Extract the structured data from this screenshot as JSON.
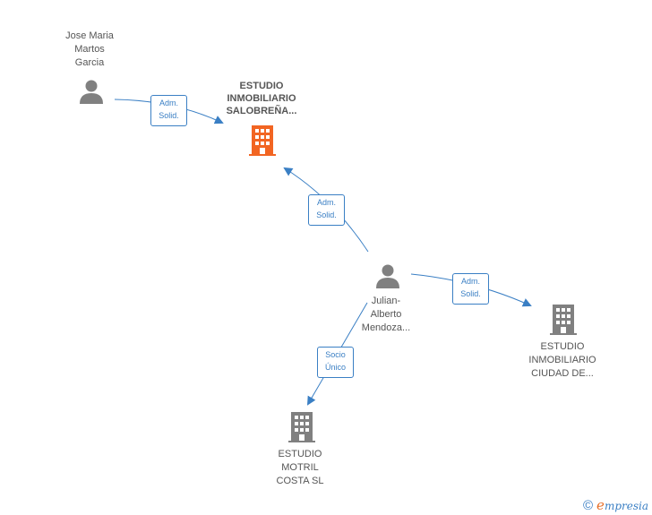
{
  "nodes": {
    "jose": {
      "type": "person",
      "label_lines": [
        "Jose Maria",
        "Martos",
        "Garcia"
      ]
    },
    "julian": {
      "type": "person",
      "label_lines": [
        "Julian-",
        "Alberto",
        "Mendoza..."
      ]
    },
    "salobrena": {
      "type": "company",
      "highlight": true,
      "label_lines": [
        "ESTUDIO",
        "INMOBILIARIO",
        "SALOBREÑA..."
      ]
    },
    "ciudad": {
      "type": "company",
      "label_lines": [
        "ESTUDIO",
        "INMOBILIARIO",
        "CIUDAD DE..."
      ]
    },
    "motril": {
      "type": "company",
      "label_lines": [
        "ESTUDIO",
        "MOTRIL",
        "COSTA  SL"
      ]
    }
  },
  "edges": {
    "jose_salobrena": {
      "label_lines": [
        "Adm.",
        "Solid."
      ]
    },
    "julian_salobrena": {
      "label_lines": [
        "Adm.",
        "Solid."
      ]
    },
    "julian_ciudad": {
      "label_lines": [
        "Adm.",
        "Solid."
      ]
    },
    "julian_motril": {
      "label_lines": [
        "Socio",
        "Único"
      ]
    }
  },
  "colors": {
    "edge": "#3a7fc4",
    "person_icon": "#808080",
    "company_icon": "#808080",
    "highlight_company_icon": "#f26522",
    "label_text": "#555555"
  },
  "footer": {
    "copyright_symbol": "©",
    "brand_first_letter": "e",
    "brand_rest": "mpresia"
  }
}
